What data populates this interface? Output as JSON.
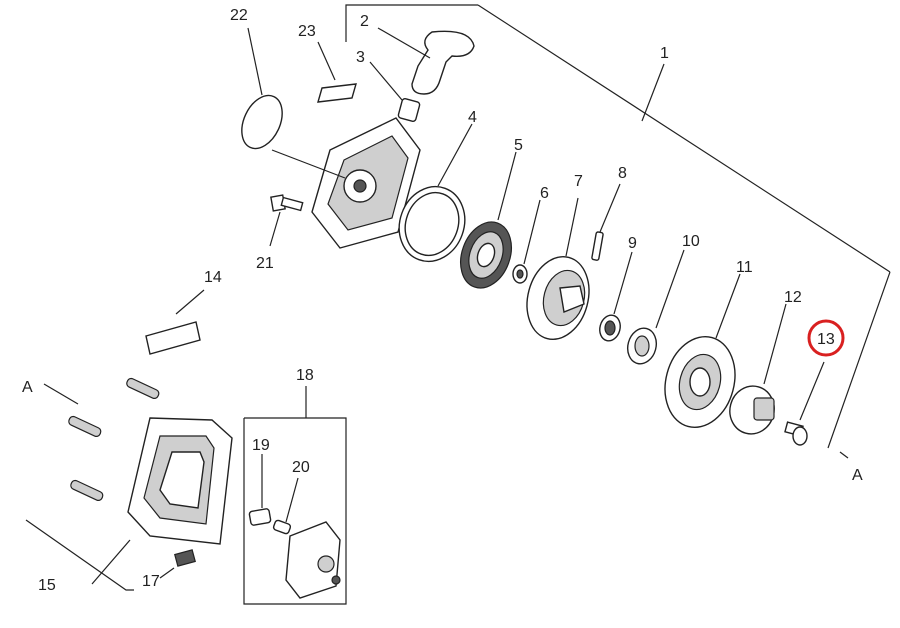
{
  "diagram": {
    "labels": {
      "p1": "1",
      "p2": "2",
      "p3": "3",
      "p4": "4",
      "p5": "5",
      "p6": "6",
      "p7": "7",
      "p8": "8",
      "p9": "9",
      "p10": "10",
      "p11": "11",
      "p12": "12",
      "p13": "13",
      "p14": "14",
      "p15": "15",
      "p17": "17",
      "p18": "18",
      "p19": "19",
      "p20": "20",
      "p21": "21",
      "p22": "22",
      "p23": "23",
      "a_left": "A",
      "a_right": "A"
    },
    "highlight": {
      "part": "13",
      "color": "#d92020"
    }
  }
}
